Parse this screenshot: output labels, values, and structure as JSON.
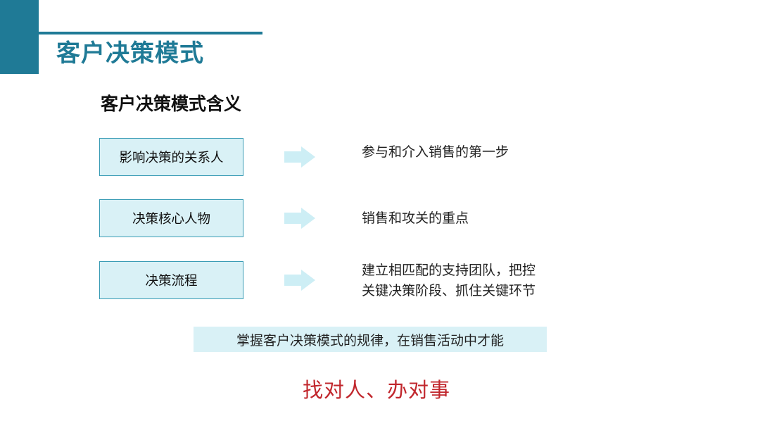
{
  "title": "客户决策模式",
  "section_heading": "客户决策模式含义",
  "rows": [
    {
      "term": "影响决策的关系人",
      "description_lines": [
        "参与和介入销售的第一步"
      ]
    },
    {
      "term": "决策核心人物",
      "description_lines": [
        "销售和攻关的重点"
      ]
    },
    {
      "term": "决策流程",
      "description_lines": [
        "建立相匹配的支持团队，把控",
        "关键决策阶段、抓住关键环节"
      ]
    }
  ],
  "summary": "掌握客户决策模式的规律，在销售活动中才能",
  "conclusion": "找对人、办对事",
  "colors": {
    "accent": "#1f7a96",
    "box_fill": "#d9f1f6",
    "box_border": "#3a9cb5",
    "arrow": "#cdeef5",
    "conclusion": "#c1272d"
  },
  "icons": {
    "row_arrow": "right-arrow-icon"
  }
}
